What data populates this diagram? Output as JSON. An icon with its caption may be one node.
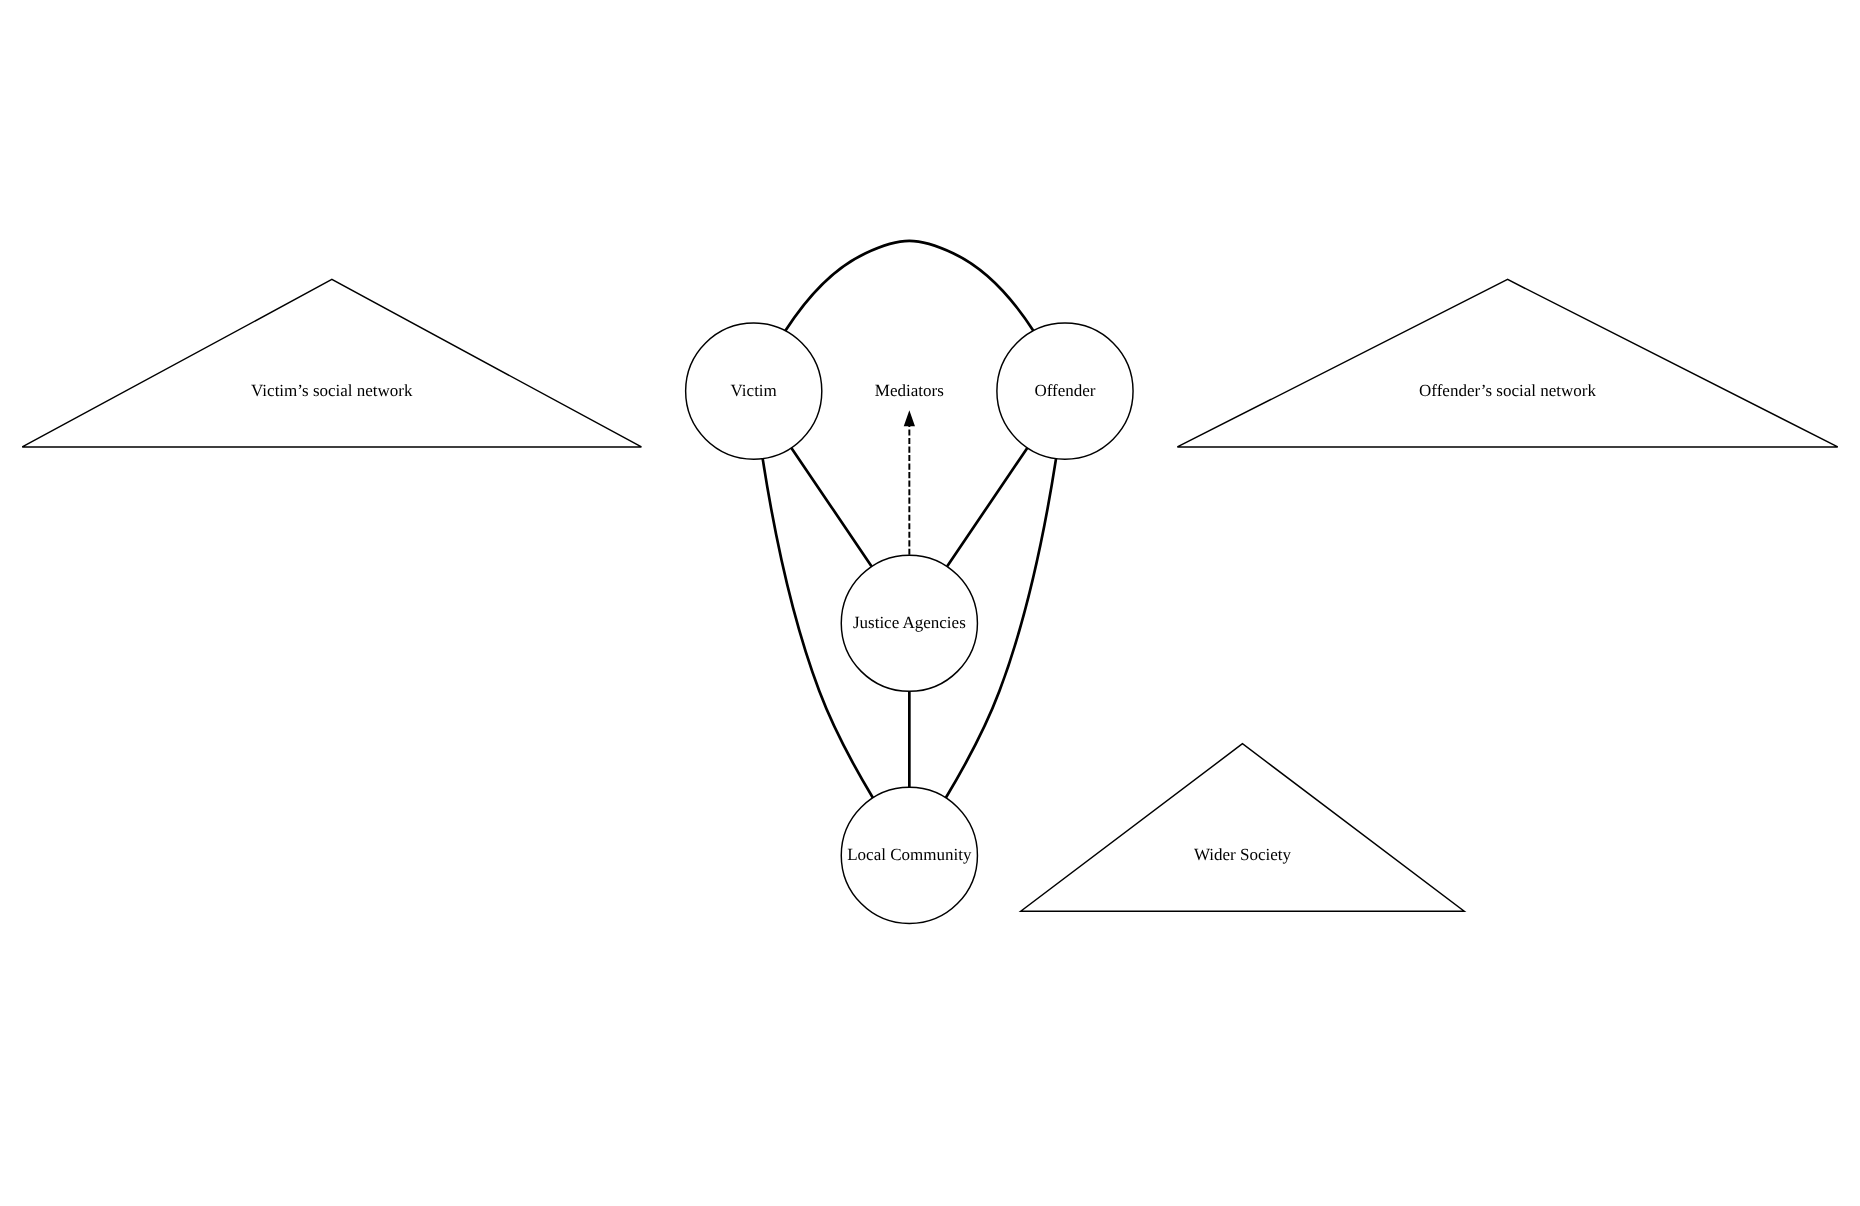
{
  "diagram": {
    "nodes": [
      {
        "text": [
          "Victim’s social network"
        ]
      },
      {
        "text": [
          "Mediators"
        ]
      },
      {
        "text": [
          "Offender’s social network"
        ]
      },
      {
        "text": [
          "Victim"
        ]
      },
      {
        "text": [
          "Offender"
        ]
      },
      {
        "text": [
          "Justice Agencies"
        ]
      },
      {
        "text": [
          "Local Community"
        ]
      },
      {
        "text": [
          "Wider Society"
        ]
      }
    ],
    "edges": [
      {
        "from": 3,
        "to": 4,
        "arrow": "none"
      },
      {
        "from": 3,
        "to": 5,
        "arrow": "none"
      },
      {
        "from": 4,
        "to": 5,
        "arrow": "none"
      },
      {
        "from": 5,
        "to": 1,
        "arrow": "to",
        "style": "dashed"
      },
      {
        "from": 3,
        "to": 6,
        "arrow": "none"
      },
      {
        "from": 4,
        "to": 6,
        "arrow": "none"
      },
      {
        "from": 5,
        "to": 6,
        "arrow": "none"
      }
    ]
  }
}
